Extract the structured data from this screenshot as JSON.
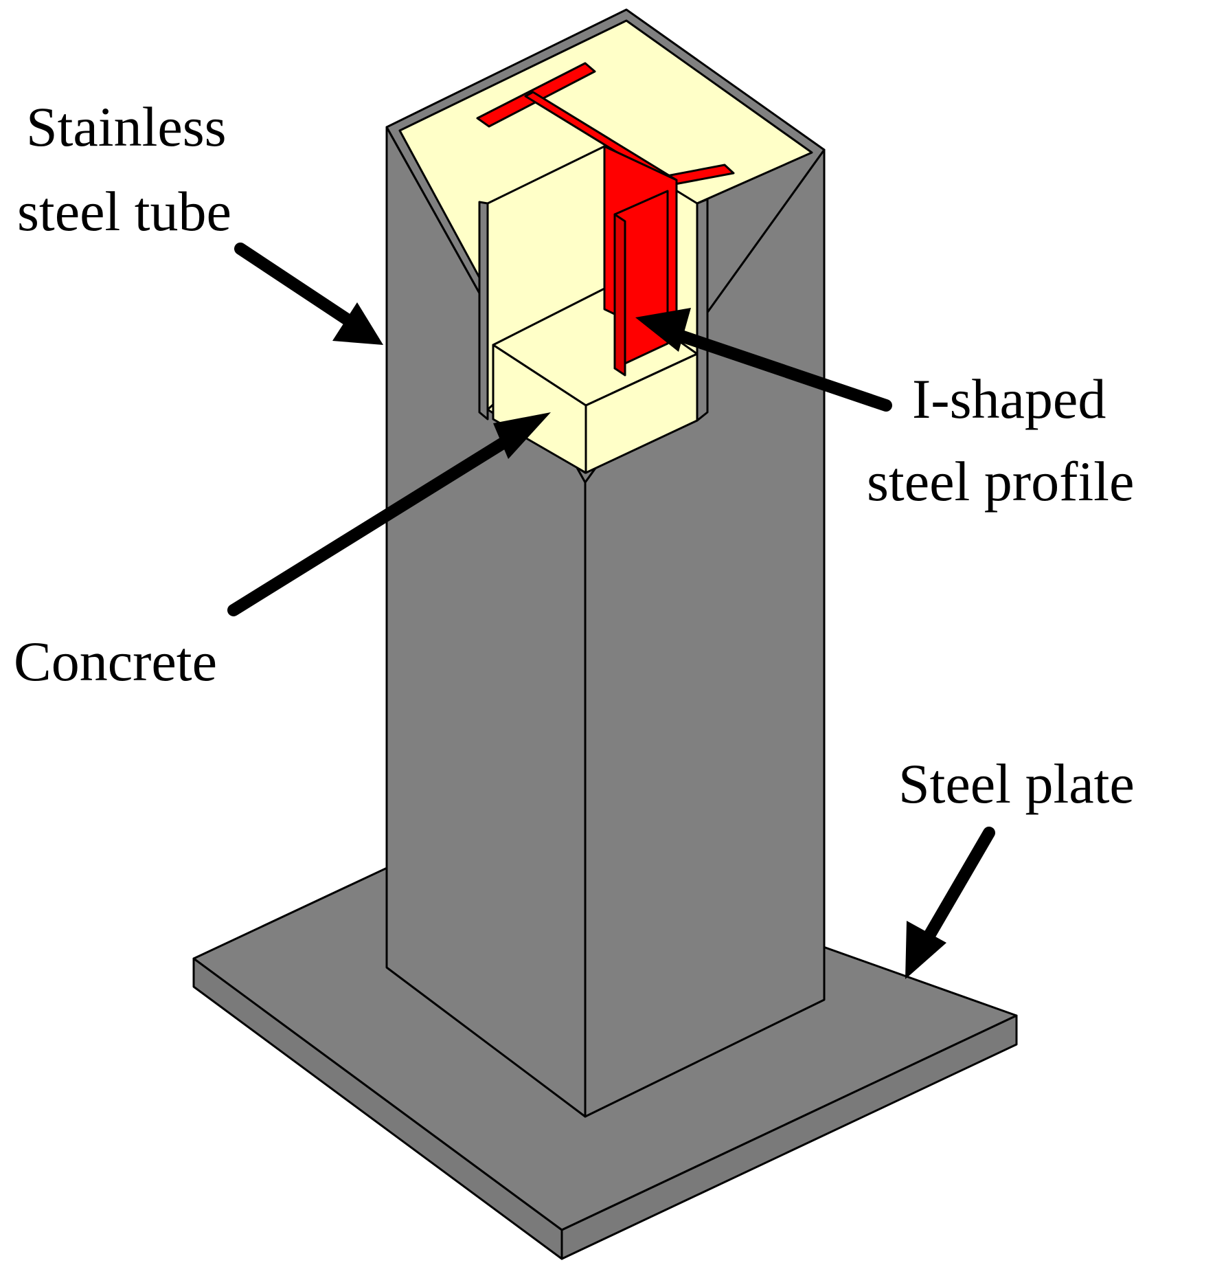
{
  "labels": {
    "stainless_line1": "Stainless",
    "stainless_line2": "steel tube",
    "ishaped_line1": "I-shaped",
    "ishaped_line2": "steel profile",
    "concrete": "Concrete",
    "steel_plate": "Steel plate"
  },
  "colors": {
    "steel": "#808080",
    "concrete": "#FFFFC8",
    "profile": "#FF0000",
    "outline": "#000000",
    "background": "#FFFFFF"
  },
  "icons": {
    "arrows": "arrow-icon"
  }
}
